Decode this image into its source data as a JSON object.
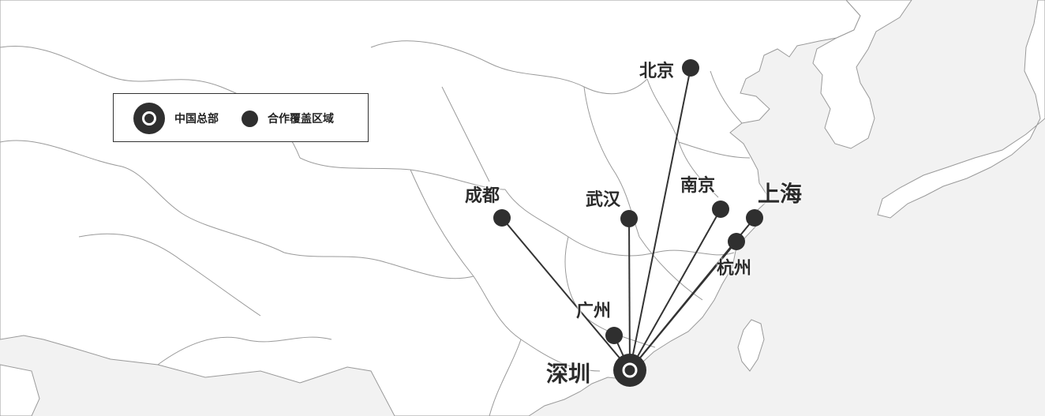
{
  "map": {
    "colors": {
      "land": "#ffffff",
      "sea": "#f2f2f2",
      "border": "#9a9a9a",
      "line": "#333333",
      "marker": "#2f2f2f"
    },
    "hq": {
      "name": "深圳"
    },
    "cities": [
      {
        "id": "beijing",
        "name": "北京"
      },
      {
        "id": "chengdu",
        "name": "成都"
      },
      {
        "id": "wuhan",
        "name": "武汉"
      },
      {
        "id": "nanjing",
        "name": "南京"
      },
      {
        "id": "shanghai",
        "name": "上海"
      },
      {
        "id": "hangzhou",
        "name": "杭州"
      },
      {
        "id": "guangzhou",
        "name": "广州"
      }
    ]
  },
  "legend": {
    "hq_label": "中国总部",
    "hq_icon": "hq-ring-icon",
    "partner_label": "合作覆盖区域",
    "partner_icon": "dot-icon"
  }
}
